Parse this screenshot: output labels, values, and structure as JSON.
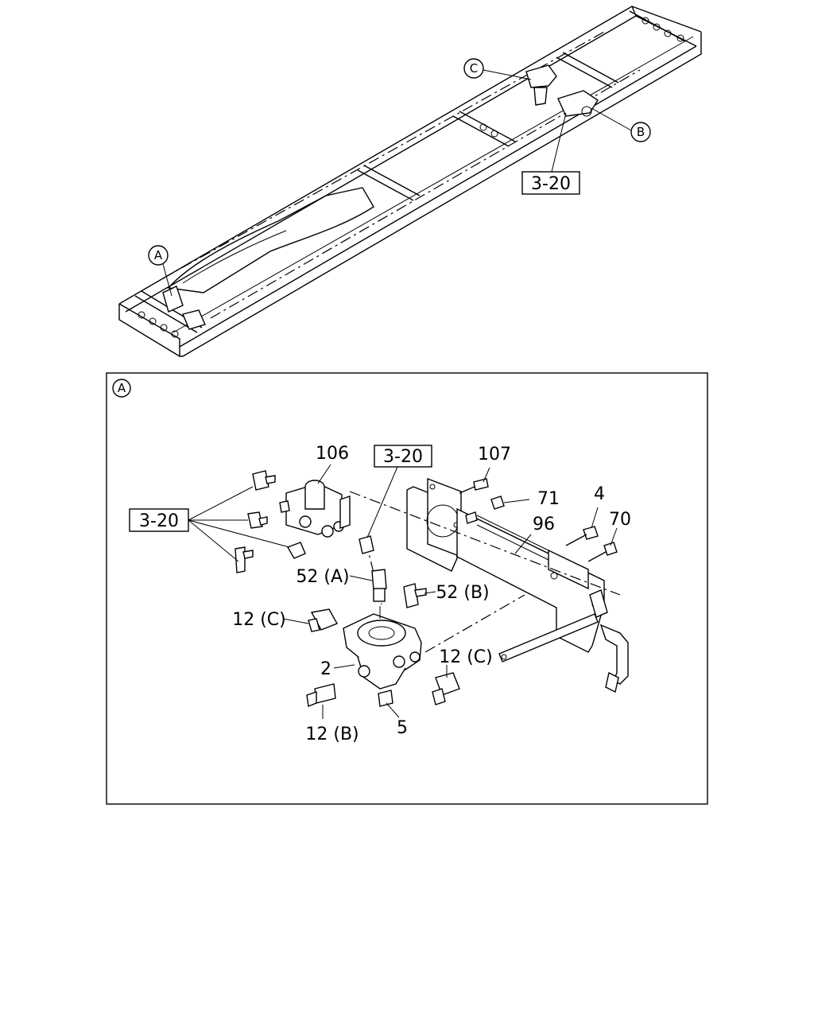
{
  "callouts": {
    "overview": {
      "a": "A",
      "b": "B",
      "c": "C",
      "ref": "3-20"
    },
    "detail": {
      "marker": "A",
      "ref_left": "3-20",
      "ref_top": "3-20",
      "p106": "106",
      "p107": "107",
      "p71": "71",
      "p96": "96",
      "p4": "4",
      "p70": "70",
      "p52a": "52 (A)",
      "p52b": "52 (B)",
      "p12c_left": "12 (C)",
      "p12c_right": "12 (C)",
      "p2": "2",
      "p12b": "12 (B)",
      "p5": "5"
    }
  },
  "icons": [
    "chassis-frame",
    "relay-valve",
    "mounting-bracket",
    "air-fitting",
    "bolt",
    "nut"
  ]
}
